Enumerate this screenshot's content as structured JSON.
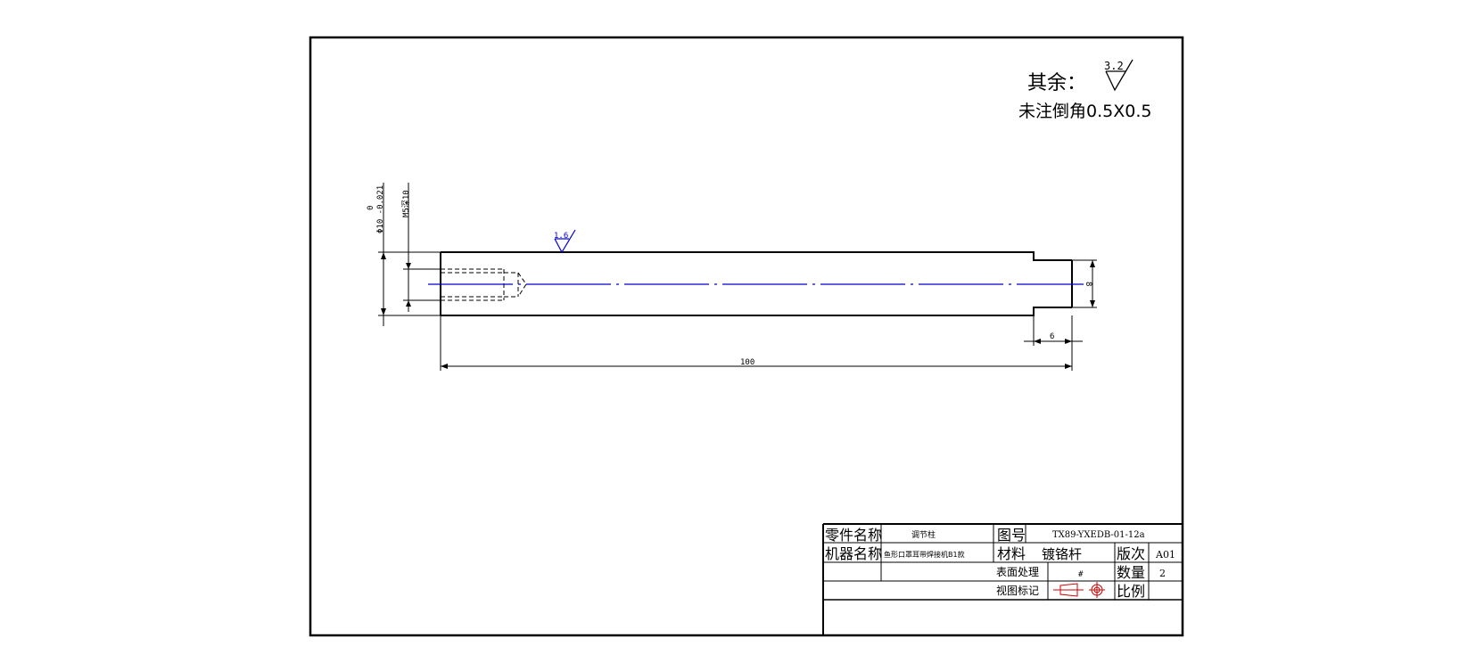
{
  "notes": {
    "remaining_label": "其余：",
    "remaining_roughness": "3.2",
    "chamfer_note": "未注倒角0.5X0.5"
  },
  "part": {
    "roughness_local": "1.6",
    "dim_diameter_main": "Φ10 -0.021",
    "dim_diameter_tol_upper": "0",
    "dim_thread": "M5深10",
    "dim_total_length": "100",
    "dim_step_length": "6",
    "dim_step_diameter": "8"
  },
  "title_block": {
    "part_name_label": "零件名称",
    "part_name_value": "调节柱",
    "drawing_no_label": "图号",
    "drawing_no_value": "TX89-YXEDB-01-12a",
    "machine_name_label": "机器名称",
    "machine_name_value": "鱼形口罩耳带焊接机B1款",
    "material_label": "材料",
    "material_value": "镀铬杆",
    "version_label": "版次",
    "version_value": "A01",
    "surface_label": "表面处理",
    "surface_value": "#",
    "quantity_label": "数量",
    "quantity_value": "2",
    "view_label": "视图标记",
    "scale_label": "比例",
    "scale_value": ""
  },
  "colors": {
    "line": "#000000",
    "centerline": "#0000cc",
    "annotation_blue": "#0000cc",
    "symbol_red": "#cc0000"
  }
}
